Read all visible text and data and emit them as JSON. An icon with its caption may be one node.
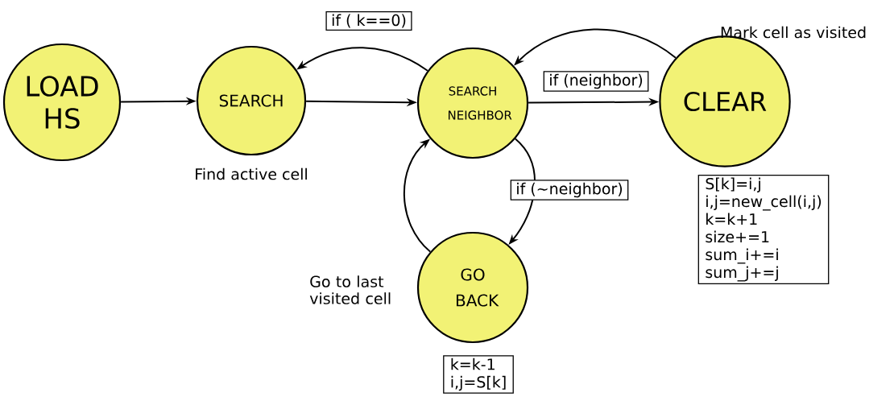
{
  "diagram": {
    "nodes": [
      {
        "text": [
          "LOAD HS"
        ]
      },
      {
        "text": [
          "SEARCH"
        ],
        "beside": [
          "Find active cell"
        ]
      },
      {
        "text": [
          "SEARCH NEIGHBOR"
        ]
      },
      {
        "text": [
          "CLEAR"
        ],
        "beside": [
          "Mark cell as visited"
        ]
      },
      {
        "text": [
          "GO BACK"
        ],
        "beside": [
          "Go to last visited cell"
        ]
      },
      {
        "text": [
          "S[k]=i,j",
          "i,j=new_cell(i,j)",
          "k=k+1",
          "size+=1",
          "sum_i+=i",
          "sum_j+=j"
        ]
      },
      {
        "text": [
          "k=k-1",
          "i,j=S[k]"
        ]
      }
    ],
    "edges": [
      {
        "from": 0,
        "to": 1,
        "arrow": "to"
      },
      {
        "from": 1,
        "to": 2,
        "arrow": "to"
      },
      {
        "from": 2,
        "to": 1,
        "arrow": "to",
        "label": "if ( k==0)"
      },
      {
        "from": 2,
        "to": 3,
        "arrow": "to",
        "label": "if (neighbor)"
      },
      {
        "from": 3,
        "to": 2,
        "arrow": "to"
      },
      {
        "from": 2,
        "to": 4,
        "arrow": "to",
        "label": "if (~neighbor)"
      },
      {
        "from": 4,
        "to": 2,
        "arrow": "to"
      }
    ]
  }
}
